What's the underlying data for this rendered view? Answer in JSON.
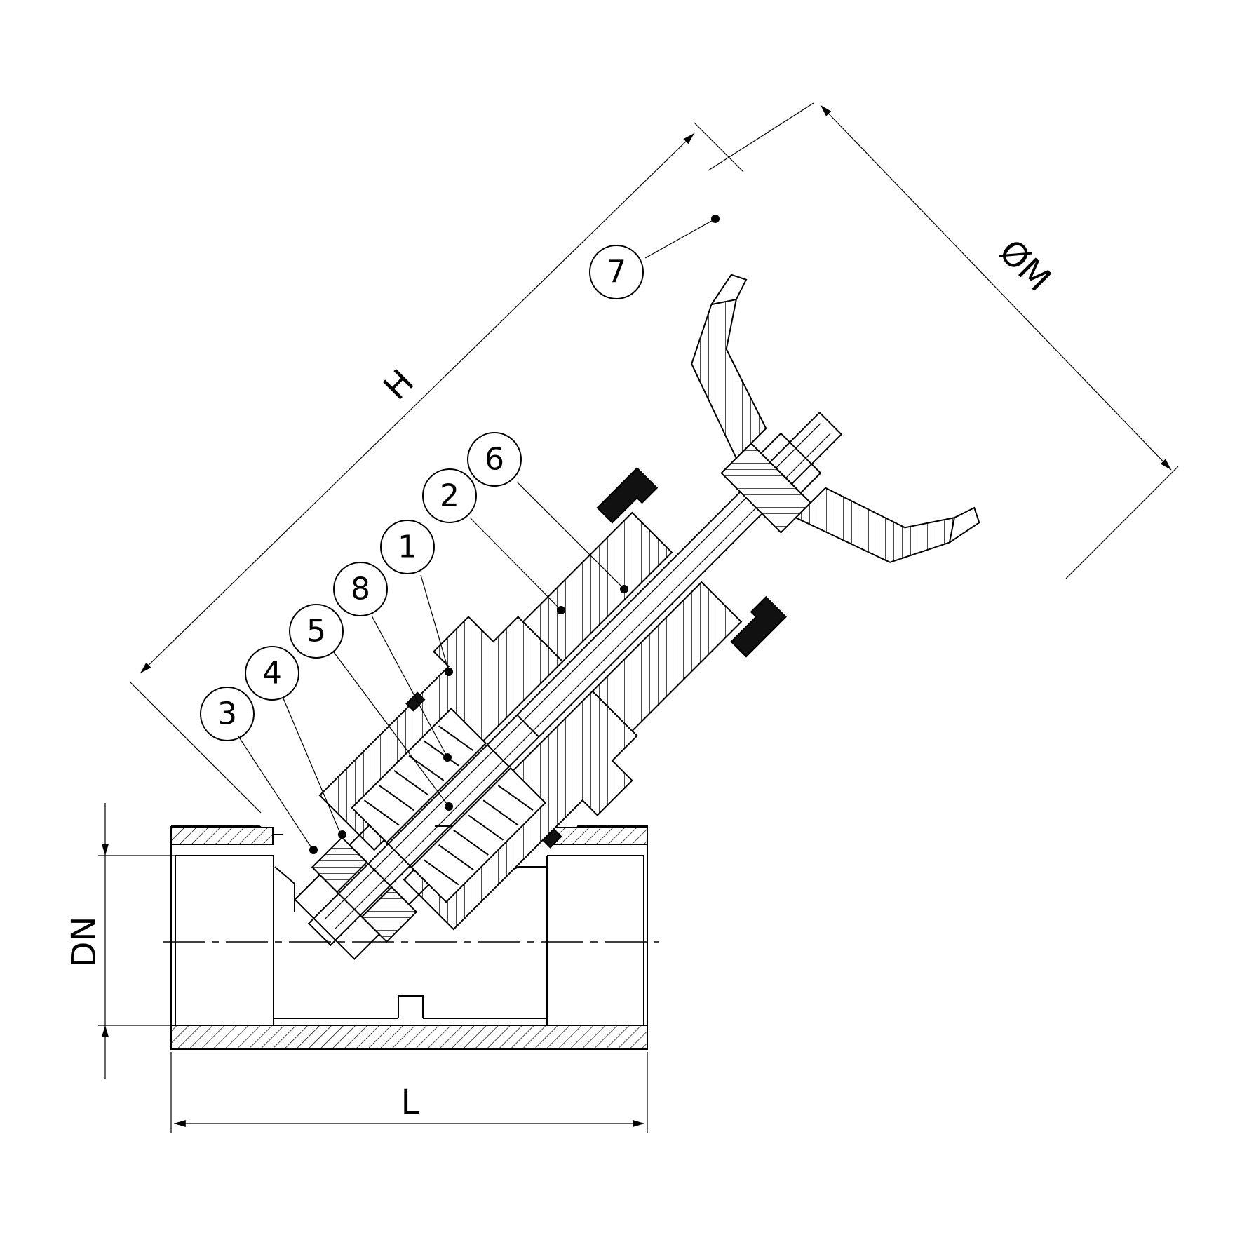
{
  "dimensions": {
    "height_label": "H",
    "diameter_label": "ØM",
    "nominal_label": "DN",
    "length_label": "L"
  },
  "callouts": [
    {
      "id": "c7",
      "label": "7"
    },
    {
      "id": "c6",
      "label": "6"
    },
    {
      "id": "c2",
      "label": "2"
    },
    {
      "id": "c1",
      "label": "1"
    },
    {
      "id": "c8",
      "label": "8"
    },
    {
      "id": "c5",
      "label": "5"
    },
    {
      "id": "c4",
      "label": "4"
    },
    {
      "id": "c3",
      "label": "3"
    }
  ]
}
